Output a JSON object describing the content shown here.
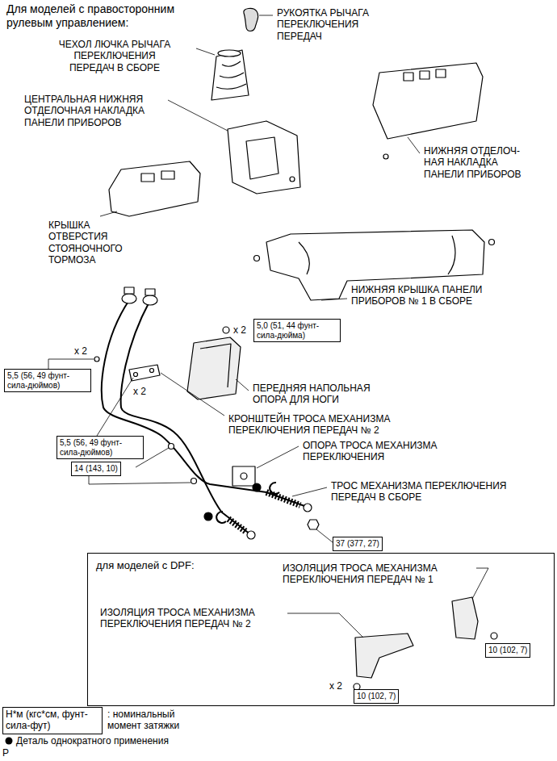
{
  "diagram": {
    "title": "Для моделей с правосторонним рулевым управлением:",
    "nodes": [
      {
        "text": [
          "5,0 (51, 44 фунт- сила-дюйма)"
        ]
      },
      {
        "text": [
          "5,5 (56, 49 фунт- сила-дюймов)"
        ]
      },
      {
        "text": [
          "5,5 (56, 49 фунт- сила-дюймов)"
        ]
      },
      {
        "text": [
          "14 (143, 10)"
        ]
      },
      {
        "text": [
          "37 (377, 27)"
        ]
      },
      {
        "text": [
          "для моделей с DPF:"
        ]
      },
      {
        "text": [
          "10 (102, 7)"
        ],
        "in": 5
      },
      {
        "text": [
          "10 (102, 7)"
        ],
        "in": 5
      },
      {
        "text": [
          "Н*м (кгс*см, фунт-сила-фут)"
        ]
      }
    ],
    "labels": [
      "РУКОЯТКА РЫЧАГА ПЕРЕКЛЮЧЕНИЯ ПЕРЕДАЧ",
      "ЧЕХОЛ ЛЮЧКА РЫЧАГА ПЕРЕКЛЮЧЕНИЯ ПЕРЕДАЧ В СБОРЕ",
      "ЦЕНТРАЛЬНАЯ НИЖНЯЯ ОТДЕЛОЧНАЯ НАКЛАДКА ПАНЕЛИ ПРИБОРОВ",
      "НИЖНЯЯ ОТДЕЛОЧ- НАЯ НАКЛАДКА ПАНЕЛИ ПРИБОРОВ",
      "КРЫШКА ОТВЕРСТИЯ СТОЯНОЧНОГО ТОРМОЗА",
      "НИЖНЯЯ КРЫШКА ПАНЕЛИ ПРИБОРОВ № 1 В СБОРЕ",
      "x 2",
      "ПЕРЕДНЯЯ НАПОЛЬНАЯ ОПОРА ДЛЯ НОГИ",
      "x 2",
      "x 2",
      "КРОНШТЕЙН ТРОСА МЕХАНИЗМА ПЕРЕКЛЮЧЕНИЯ ПЕРЕДАЧ № 2",
      "ОПОРА ТРОСА МЕХАНИЗМА ПЕРЕКЛЮЧЕНИЯ",
      "ТРОС МЕХАНИЗМА ПЕРЕКЛЮЧЕНИЯ ПЕРЕДАЧ В СБОРЕ",
      "ИЗОЛЯЦИЯ ТРОСА МЕХАНИЗМА ПЕРЕКЛЮЧЕНИЯ ПЕРЕДАЧ № 1",
      "ИЗОЛЯЦИЯ ТРОСА МЕХАНИЗМА ПЕРЕКЛЮЧЕНИЯ ПЕРЕДАЧ № 2",
      "x 2",
      ": номинальный момент затяжки",
      "P"
    ],
    "legend": [
      {
        "text": "Деталь однократного применения"
      }
    ]
  }
}
